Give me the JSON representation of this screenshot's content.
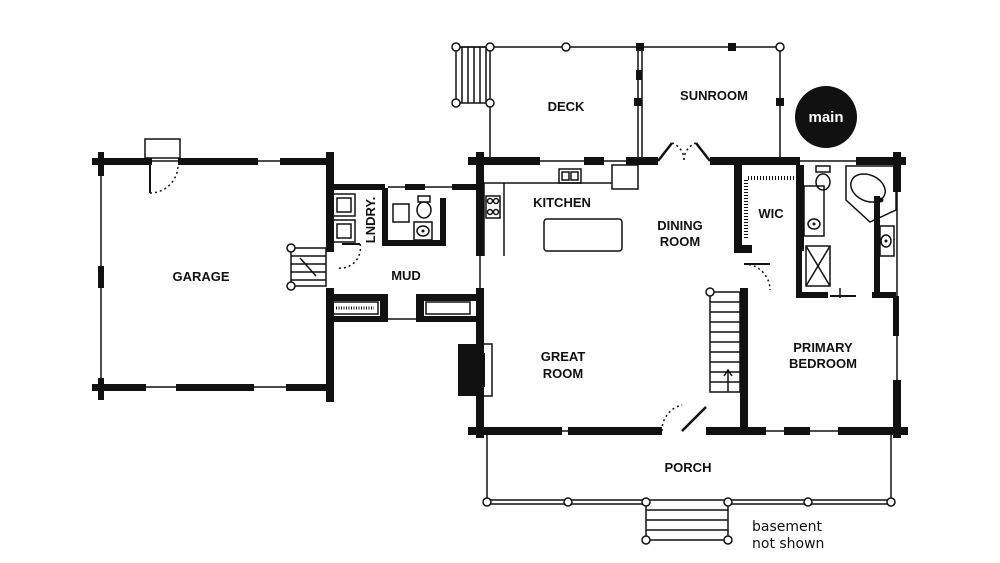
{
  "badge": {
    "text": "main"
  },
  "rooms": {
    "deck": "DECK",
    "sunroom": "SUNROOM",
    "kitchen": "KITCHEN",
    "dining_line1": "DINING",
    "dining_line2": "ROOM",
    "wic": "WIC",
    "laundry": "LNDRY.",
    "mud": "MUD",
    "garage": "GARAGE",
    "great_line1": "GREAT",
    "great_line2": "ROOM",
    "primary_line1": "PRIMARY",
    "primary_line2": "BEDROOM",
    "porch": "PORCH"
  },
  "note": {
    "line1": "basement",
    "line2": "not shown"
  },
  "colors": {
    "wall": "#111111",
    "background": "#ffffff",
    "badge": "#111111"
  }
}
